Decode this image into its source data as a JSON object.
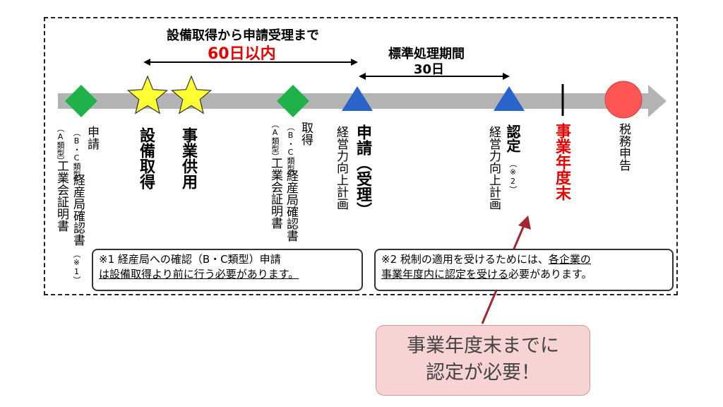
{
  "header": {
    "top_title": "設備取得から申請受理まで",
    "days60": "60日以内",
    "std_title": "標準処理期間",
    "days30": "30日"
  },
  "colors": {
    "accent_red": "#e60000",
    "arrow_gray": "#b3b3b3",
    "diamond": "#1fb14a",
    "star": "#ffff33",
    "triangle": "#2a63c9",
    "circle": "#ff5555",
    "callout_bg": "#f8d3d3",
    "pointer": "#a4262c"
  },
  "events": {
    "e1_title": "申請",
    "e1_sub": "経産局確認書",
    "e1_note": "（※1）",
    "e1_type": "（B・C類型）",
    "e1_cert": "工業会証明書",
    "e1_atype": "（A類型）",
    "e2": "設備取得",
    "e3": "事業供用",
    "e4_title": "取得",
    "e4_sub": "経産局確認書",
    "e4_type": "（B・C類型）",
    "e4_cert": "工業会証明書",
    "e4_atype": "（A類型）",
    "e5_title": "申請（受理）",
    "e5_sub": "経営力向上計画",
    "e6_title": "認定",
    "e6_note": "（※2）",
    "e6_sub": "経営力向上計画",
    "e7": "事業年度末",
    "e8": "税務申告"
  },
  "notes": {
    "n1_line1": "※1 経産局への確認（B・C類型）申請",
    "n1_line2": "は設備取得より前に行う必要があります。",
    "n2_line1_a": "※2 税制の適用を受けるためには、",
    "n2_line1_b": "各企業の",
    "n2_line2_a": "事業年度内に認定を受ける",
    "n2_line2_b": "必要があります。"
  },
  "callout": {
    "line1": "事業年度末までに",
    "line2": "認定が必要！"
  }
}
